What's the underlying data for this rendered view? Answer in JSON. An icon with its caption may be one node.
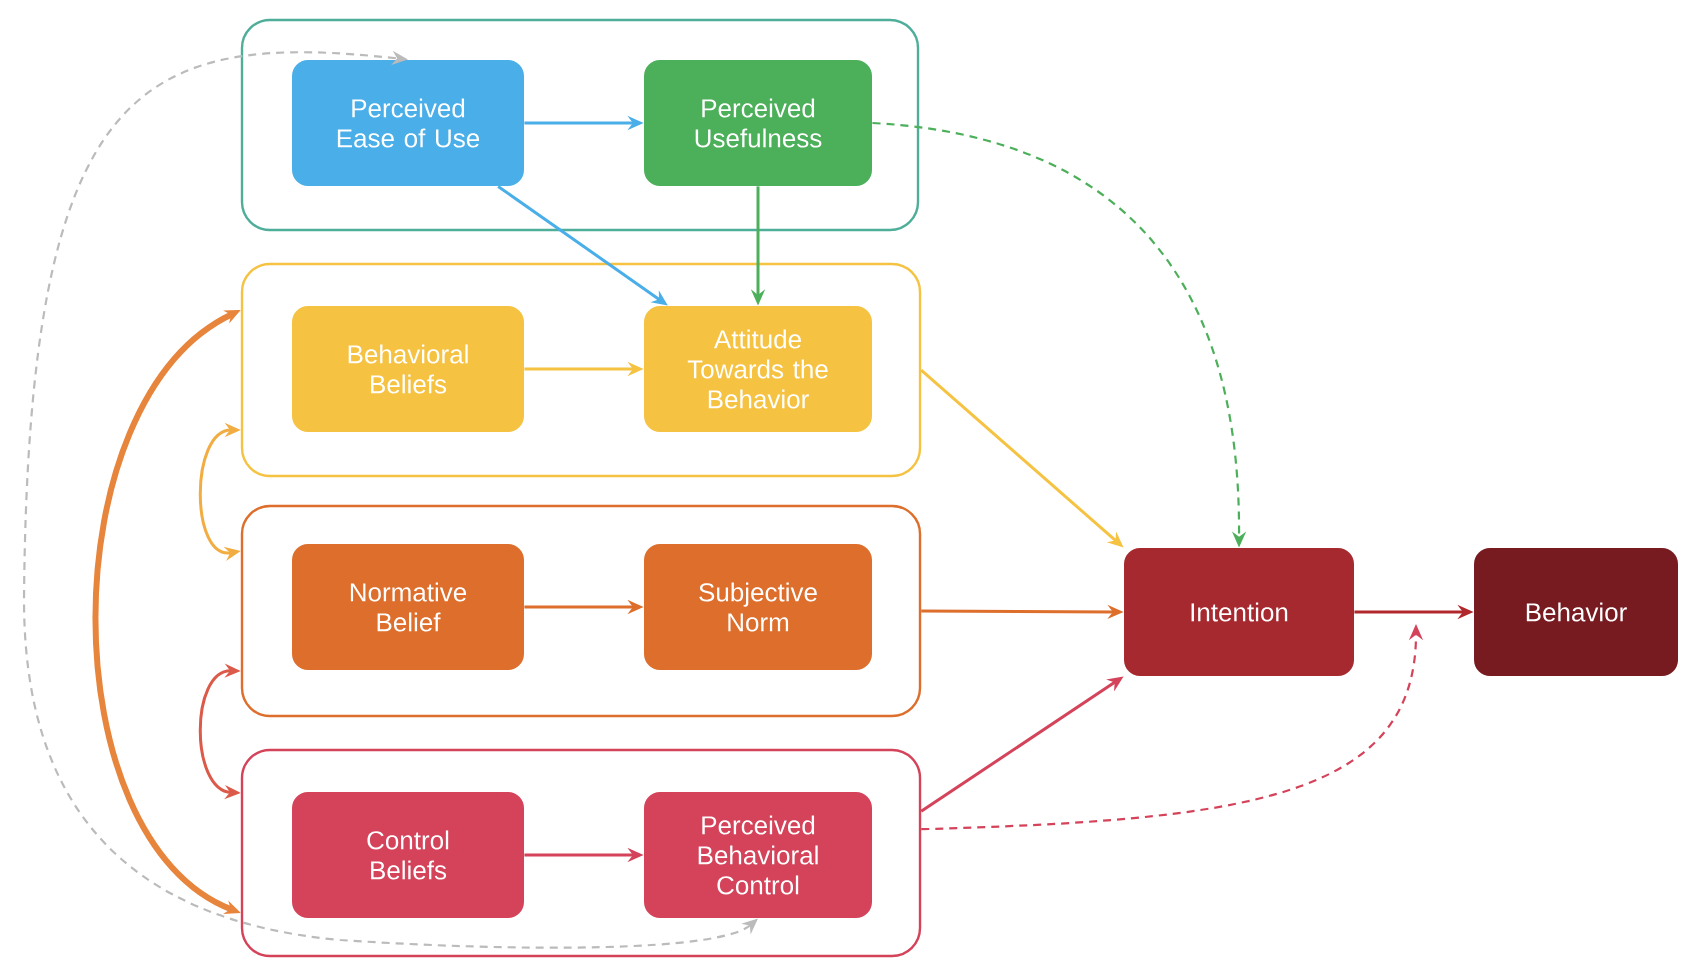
{
  "diagram": {
    "nodes": [
      {
        "text": [],
        "shape": "box"
      },
      {
        "text": [
          "Perceived Ease of Use"
        ],
        "in": 0
      },
      {
        "text": [
          "Perceived Usefulness"
        ],
        "in": 0
      },
      {
        "text": [],
        "shape": "box"
      },
      {
        "text": [
          "Behavioral Beliefs"
        ],
        "in": 3
      },
      {
        "text": [
          "Attitude Towards the Behavior"
        ],
        "in": 3
      },
      {
        "text": [],
        "shape": "box"
      },
      {
        "text": [
          "Normative Belief"
        ],
        "in": 6
      },
      {
        "text": [
          "Subjective Norm"
        ],
        "in": 6
      },
      {
        "text": [],
        "shape": "box"
      },
      {
        "text": [
          "Control Beliefs"
        ],
        "in": 9
      },
      {
        "text": [
          "Perceived Behavioral Control"
        ],
        "in": 9
      },
      {
        "text": [
          "Intention"
        ]
      },
      {
        "text": [
          "Behavior"
        ]
      }
    ],
    "edges": [
      {
        "from": 1,
        "to": 2,
        "arrow": "to",
        "color": "#4aaee8"
      },
      {
        "from": 1,
        "to": 5,
        "arrow": "to",
        "color": "#4aaee8"
      },
      {
        "from": 2,
        "to": 5,
        "arrow": "to",
        "color": "#4caf5a"
      },
      {
        "from": 4,
        "to": 5,
        "arrow": "to",
        "color": "#f5c242"
      },
      {
        "from": 7,
        "to": 8,
        "arrow": "to",
        "color": "#dd6e2c"
      },
      {
        "from": 10,
        "to": 11,
        "arrow": "to",
        "color": "#d4435a"
      },
      {
        "from": 3,
        "to": 12,
        "arrow": "to",
        "color": "#f5c242"
      },
      {
        "from": 6,
        "to": 12,
        "arrow": "to",
        "color": "#dd6e2c"
      },
      {
        "from": 9,
        "to": 12,
        "arrow": "to",
        "color": "#d4435a"
      },
      {
        "from": 12,
        "to": 13,
        "arrow": "to",
        "color": "#b0282c"
      },
      {
        "from": 2,
        "to": 12,
        "arrow": "to",
        "style": "dashed",
        "color": "#4caf5a"
      },
      {
        "from": 9,
        "to": null,
        "arrow": "to",
        "style": "dashed",
        "color": "#d4435a"
      },
      {
        "from": 11,
        "to": 1,
        "arrow": "both",
        "style": "dashed",
        "color": "#bbbbbb"
      },
      {
        "from": 3,
        "to": 9,
        "arrow": "both",
        "style": "thick",
        "color": "#e8853c"
      },
      {
        "from": 3,
        "to": 6,
        "arrow": "both",
        "color": "#f2ad42"
      },
      {
        "from": 6,
        "to": 9,
        "arrow": "both",
        "color": "#dc5a4a"
      }
    ]
  }
}
